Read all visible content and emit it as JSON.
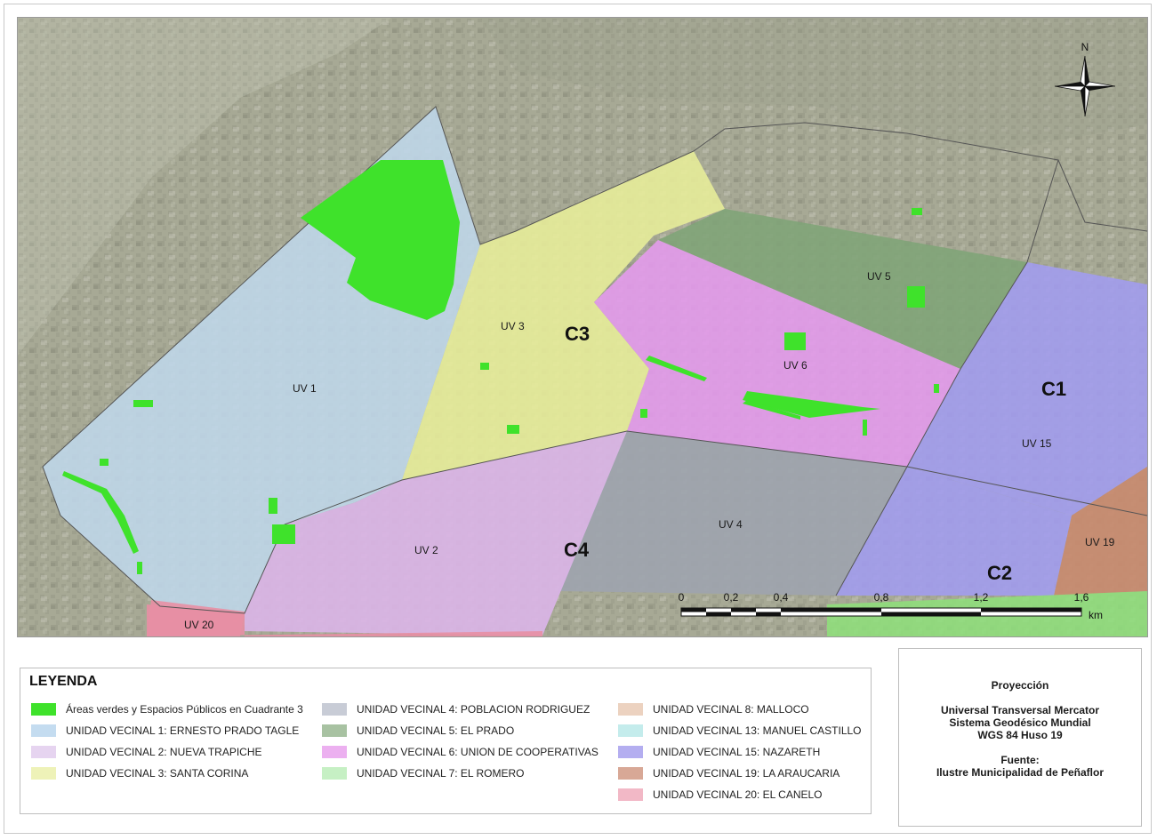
{
  "map": {
    "areas": [
      {
        "id": "uv1",
        "label": "UV 1",
        "color": "#bfd7ea"
      },
      {
        "id": "uv2",
        "label": "UV 2",
        "color": "#dcb5e8"
      },
      {
        "id": "uv3",
        "label": "UV 3",
        "color": "#e8ee9a"
      },
      {
        "id": "uv4",
        "label": "UV 4",
        "color": "#9ea4ae"
      },
      {
        "id": "uv5",
        "label": "UV 5",
        "color": "#7fa477"
      },
      {
        "id": "uv6",
        "label": "UV 6",
        "color": "#e59aee"
      },
      {
        "id": "uv15",
        "label": "UV 15",
        "color": "#a29cf0"
      },
      {
        "id": "uv19",
        "label": "UV 19",
        "color": "#c98a6e"
      },
      {
        "id": "uv20",
        "label": "UV 20",
        "color": "#e88fa4"
      }
    ],
    "quadrants": [
      "C1",
      "C2",
      "C3",
      "C4"
    ],
    "green_color": "#3fe22b",
    "north_label": "N",
    "scale": {
      "ticks": [
        "0",
        "0,2",
        "0,4",
        "0,8",
        "1,2",
        "1,6"
      ],
      "unit": "km"
    }
  },
  "legend": {
    "title": "LEYENDA",
    "columns": [
      [
        {
          "label": "Áreas verdes y Espacios Públicos en Cuadrante 3",
          "color": "#3fe22b"
        },
        {
          "label": "UNIDAD VECINAL 1: ERNESTO PRADO TAGLE",
          "color": "#c4dcf0"
        },
        {
          "label": "UNIDAD VECINAL 2:  NUEVA TRAPICHE",
          "color": "#e6d4f0"
        },
        {
          "label": "UNIDAD VECINAL 3: SANTA CORINA",
          "color": "#eef2b8"
        }
      ],
      [
        {
          "label": "UNIDAD VECINAL 4: POBLACION RODRIGUEZ",
          "color": "#c8ccd6"
        },
        {
          "label": "UNIDAD VECINAL 5: EL PRADO",
          "color": "#a8c2a2"
        },
        {
          "label": "UNIDAD VECINAL 6: UNION DE COOPERATIVAS",
          "color": "#ecb0f0"
        },
        {
          "label": "UNIDAD VECINAL 7: EL ROMERO",
          "color": "#c6f0c4"
        }
      ],
      [
        {
          "label": "UNIDAD VECINAL 8: MALLOCO",
          "color": "#ecd2c0"
        },
        {
          "label": "UNIDAD VECINAL 13: MANUEL CASTILLO",
          "color": "#c4ecec"
        },
        {
          "label": "UNIDAD VECINAL 15: NAZARETH",
          "color": "#b4aef0"
        },
        {
          "label": "UNIDAD VECINAL 19: LA ARAUCARIA",
          "color": "#d8a896"
        },
        {
          "label": "UNIDAD VECINAL 20: EL CANELO",
          "color": "#f2b8c6"
        }
      ]
    ]
  },
  "info": {
    "projection_title": "Proyección",
    "projection_lines": [
      "Universal Transversal Mercator",
      "Sistema Geodésico Mundial",
      "WGS 84 Huso 19"
    ],
    "source_title": "Fuente:",
    "source_text": "Ilustre Municipalidad de Peñaflor"
  }
}
